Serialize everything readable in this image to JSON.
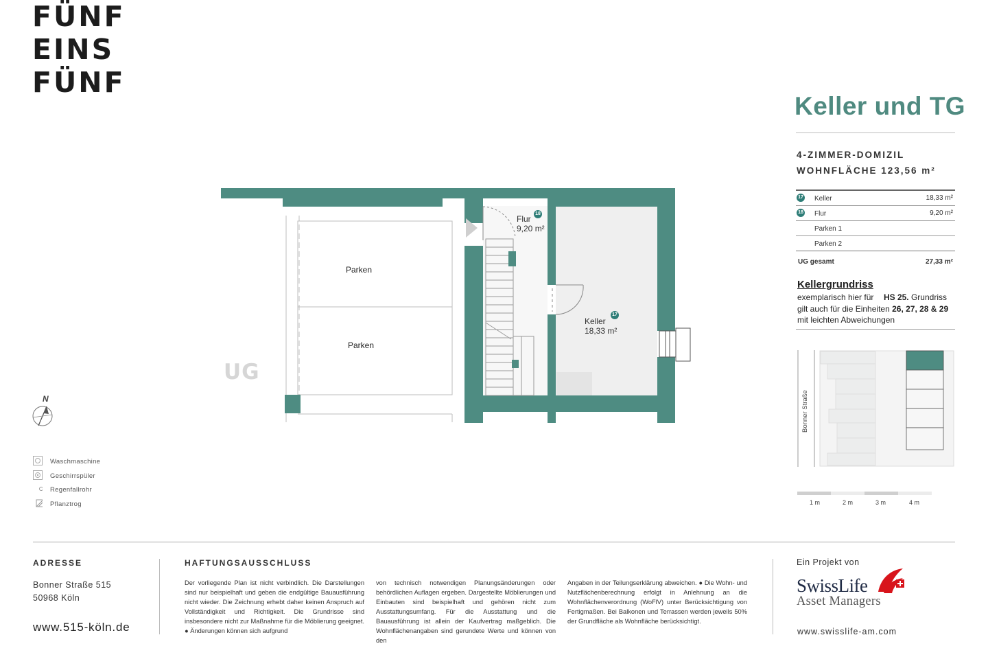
{
  "logo": {
    "line1": "FÜNF",
    "line2": "EINS",
    "line3": "FÜNF"
  },
  "title": "Keller und TG",
  "unit": {
    "name": "4-ZIMMER-DOMIZIL",
    "area": "WOHNFLÄCHE 123,56 m²"
  },
  "rooms_table": {
    "rows": [
      {
        "num": "17",
        "label": "Keller",
        "value": "18,33 m²"
      },
      {
        "num": "18",
        "label": "Flur",
        "value": "9,20 m²"
      },
      {
        "num": "",
        "label": "Parken 1",
        "value": ""
      },
      {
        "num": "",
        "label": "Parken 2",
        "value": ""
      }
    ],
    "total_label": "UG gesamt",
    "total_value": "27,33 m²"
  },
  "kellergrundriss": {
    "heading": "Kellergrundriss",
    "line1_a": "exemplarisch hier für ",
    "line1_b": "HS 25.",
    "line1_c": " Grundriss",
    "line2_a": "gilt auch für die Einheiten ",
    "line2_b": "26, 27, 28 & 29",
    "line3": "mit leichten Abweichungen"
  },
  "plan": {
    "level": "UG",
    "north": "N",
    "labels": {
      "parken_a": "Parken",
      "parken_b": "Parken",
      "flur": "Flur",
      "flur_area": "9,20 m²",
      "flur_num": "18",
      "keller": "Keller",
      "keller_area": "18,33 m²",
      "keller_num": "17"
    }
  },
  "site_plan": {
    "street": "Bonner Straße"
  },
  "legend": [
    {
      "icon": "washing-machine-icon",
      "label": "Waschmaschine"
    },
    {
      "icon": "dishwasher-icon",
      "label": "Geschirrspüler"
    },
    {
      "icon": "downpipe-icon",
      "label": "Regenfallrohr"
    },
    {
      "icon": "planter-icon",
      "label": "Pflanztrog"
    }
  ],
  "scale_bar": [
    "1 m",
    "2 m",
    "3 m",
    "4 m"
  ],
  "footer": {
    "address_heading": "ADRESSE",
    "street": "Bonner Straße 515",
    "city": "50968 Köln",
    "website": "www.515-köln.de",
    "disclaimer_heading": "HAFTUNGSAUSSCHLUSS",
    "disclaimer_col1": "Der vorliegende Plan ist nicht verbindlich. Die Darstellungen sind nur beispielhaft und geben die endgültige Bauausführung nicht wieder. Die Zeichnung erhebt daher keinen Anspruch auf Vollständigkeit und Richtigkeit. Die Grundrisse sind insbesondere nicht zur Maßnahme für die Möblierung geeignet. ● Änderungen können sich aufgrund",
    "disclaimer_col2": "von technisch notwendigen Planungsänderungen oder behördlichen Auflagen ergeben. Dargestellte Möblierungen und Einbauten sind beispielhaft und gehören nicht zum Ausstattungsumfang. Für die Ausstattung und die Bauausführung ist allein der Kaufvertrag maßgeblich. Die Wohnflächenangaben sind gerundete Werte und können von den",
    "disclaimer_col3": "Angaben in der Teilungserklärung abweichen. ● Die Wohn- und Nutzflächenberechnung erfolgt in Anlehnung an die Wohnflächenverordnung (WoFlV) unter Berücksichtigung von Fertigmaßen. Bei Balkonen und Terrassen werden jeweils 50% der Grundfläche als Wohnfläche berücksichtigt.",
    "project_label": "Ein Projekt von",
    "brand_line1": "SwissLife",
    "brand_line2": "Asset Managers",
    "brand_url": "www.swisslife-am.com"
  },
  "colors": {
    "accent": "#4f8a80",
    "wall": "#4e8c82",
    "badge": "#2e7d77"
  }
}
